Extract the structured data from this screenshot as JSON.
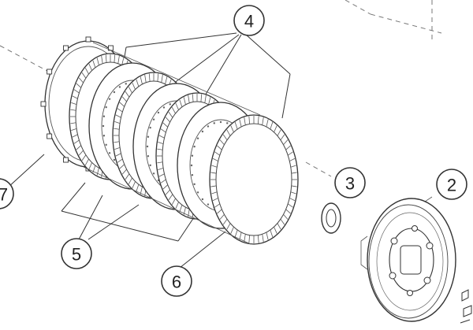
{
  "diagram": {
    "highlight_color": "#e0662a",
    "callouts": [
      {
        "id": "c4",
        "label": "4",
        "highlighted": false
      },
      {
        "id": "c3",
        "label": "3",
        "highlighted": true
      },
      {
        "id": "c2",
        "label": "2",
        "highlighted": false
      },
      {
        "id": "c5",
        "label": "5",
        "highlighted": false
      },
      {
        "id": "c6",
        "label": "6",
        "highlighted": false
      },
      {
        "id": "c7",
        "label": "7",
        "highlighted": false
      }
    ]
  }
}
